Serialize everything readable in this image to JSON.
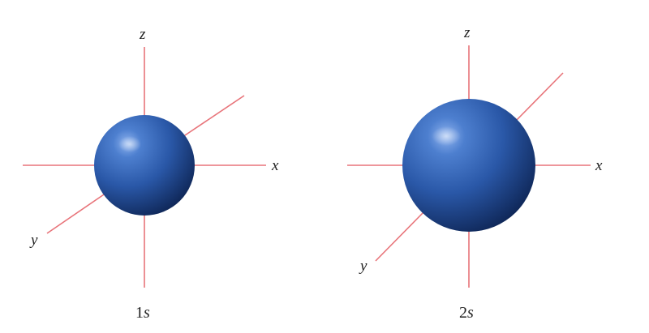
{
  "orbitals": [
    {
      "id": "1s",
      "label_num": "1",
      "label_letter": "s",
      "axes": {
        "x": "x",
        "y": "y",
        "z": "z"
      }
    },
    {
      "id": "2s",
      "label_num": "2",
      "label_letter": "s",
      "axes": {
        "x": "x",
        "y": "y",
        "z": "z"
      }
    }
  ],
  "colors": {
    "axis": "#e8747a",
    "sphere_highlight": "#7fa6e6",
    "sphere_mid": "#2f5fae",
    "sphere_dark": "#102a5e",
    "text": "#222222"
  }
}
